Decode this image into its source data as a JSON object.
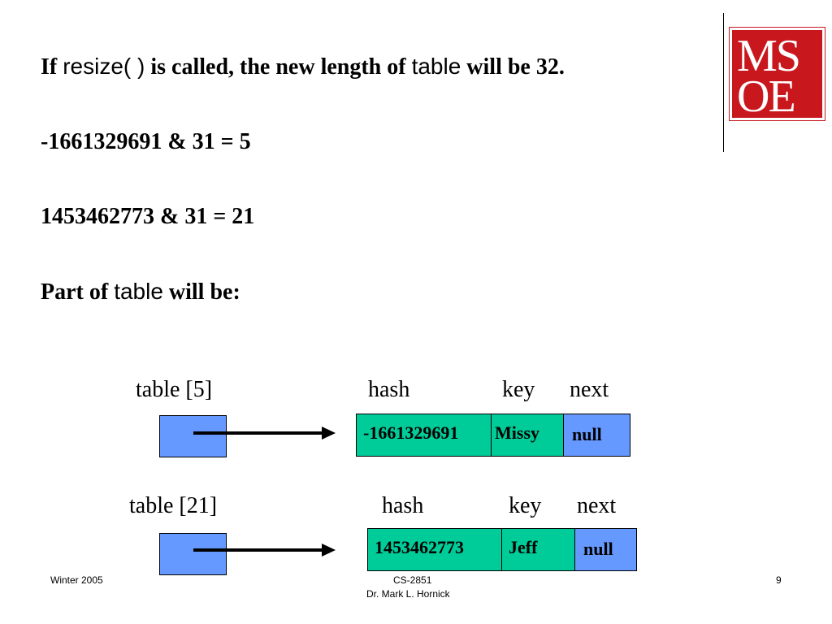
{
  "heading": {
    "part1": "If ",
    "part2": "resize( )",
    "part3": " is called, the new length of ",
    "part4": "table",
    "part5": " will be 32."
  },
  "calc1": "-1661329691  & 31 = 5",
  "calc2": "1453462773 & 31 = 21",
  "part_of": {
    "part1": "Part of ",
    "part2": "table",
    "part3": " will be:"
  },
  "logo_text": "MSOE",
  "diagram1": {
    "table_label": "table [5]",
    "hash_label": "hash",
    "key_label": "key",
    "next_label": "next",
    "hash_value": "-1661329691",
    "key_value": "Missy",
    "next_value": "null"
  },
  "diagram2": {
    "table_label": "table [21]",
    "hash_label": "hash",
    "key_label": "key",
    "next_label": "next",
    "hash_value": "1453462773",
    "key_value": "Jeff",
    "next_value": "null"
  },
  "footer": {
    "left": "Winter 2005",
    "center_line1": "CS-2851",
    "center_line2": "Dr. Mark L. Hornick",
    "page_number": "9"
  },
  "colors": {
    "entry_green": "#00cc99",
    "pointer_blue": "#6699ff",
    "logo_red": "#c8181e"
  }
}
